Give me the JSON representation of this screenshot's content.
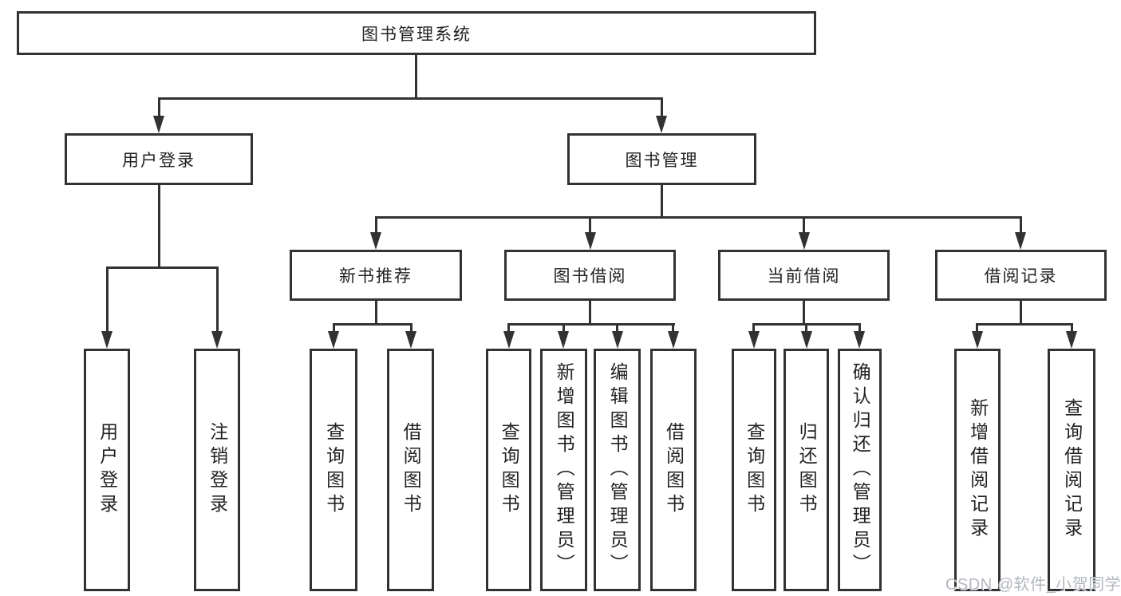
{
  "tree": {
    "label": "图书管理系统",
    "children": [
      {
        "label": "用户登录",
        "children": [
          {
            "label": "用户登录"
          },
          {
            "label": "注销登录"
          }
        ]
      },
      {
        "label": "图书管理",
        "children": [
          {
            "label": "新书推荐",
            "children": [
              {
                "label": "查询图书"
              },
              {
                "label": "借阅图书"
              }
            ]
          },
          {
            "label": "图书借阅",
            "children": [
              {
                "label": "查询图书"
              },
              {
                "label": "新增图书（管理员）"
              },
              {
                "label": "编辑图书（管理员）"
              },
              {
                "label": "借阅图书"
              }
            ]
          },
          {
            "label": "当前借阅",
            "children": [
              {
                "label": "查询图书"
              },
              {
                "label": "归还图书"
              },
              {
                "label": "确认归还（管理员）"
              }
            ]
          },
          {
            "label": "借阅记录",
            "children": [
              {
                "label": "新增借阅记录"
              },
              {
                "label": "查询借阅记录"
              }
            ]
          }
        ]
      }
    ]
  },
  "watermark": {
    "text": "CSDN @软件_小贺同学"
  },
  "colors": {
    "line": "#323232",
    "text": "#222222",
    "watermark": "#b2b7bf",
    "background": "#ffffff"
  }
}
